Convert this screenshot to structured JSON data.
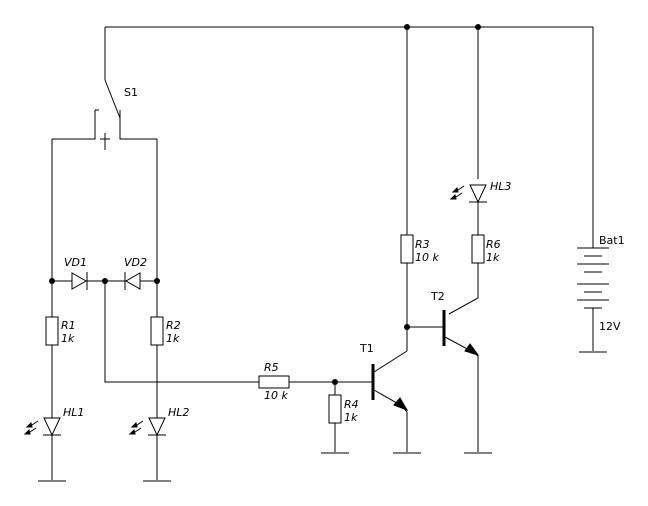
{
  "components": {
    "S1": {
      "label": "S1"
    },
    "VD1": {
      "label": "VD1"
    },
    "VD2": {
      "label": "VD2"
    },
    "R1": {
      "label": "R1",
      "value": "1k"
    },
    "R2": {
      "label": "R2",
      "value": "1k"
    },
    "R3": {
      "label": "R3",
      "value": "10 k"
    },
    "R4": {
      "label": "R4",
      "value": "1k"
    },
    "R5": {
      "label": "R5",
      "value": "10 k"
    },
    "R6": {
      "label": "R6",
      "value": "1k"
    },
    "HL1": {
      "label": "HL1"
    },
    "HL2": {
      "label": "HL2"
    },
    "HL3": {
      "label": "HL3"
    },
    "T1": {
      "label": "T1"
    },
    "T2": {
      "label": "T2"
    },
    "Bat1": {
      "label": "Bat1",
      "value": "12V"
    }
  }
}
